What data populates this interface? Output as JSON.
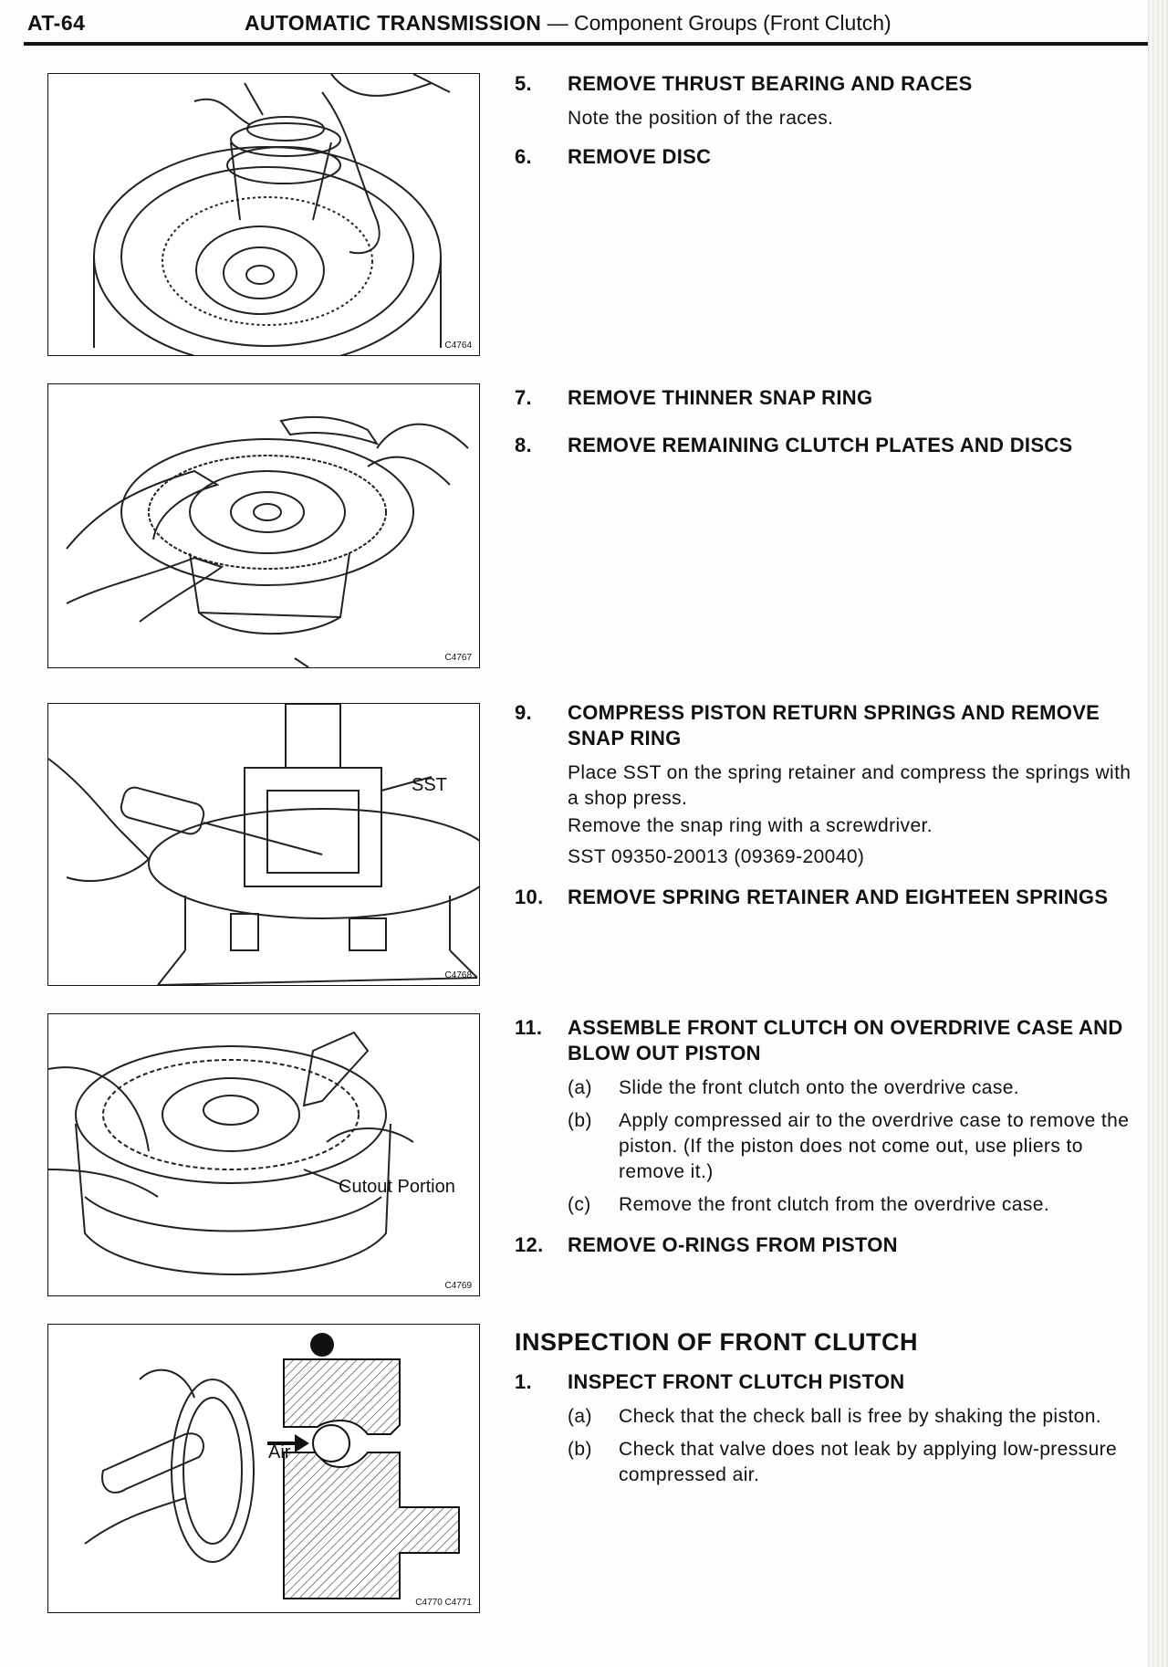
{
  "header": {
    "page_number": "AT-64",
    "section": "AUTOMATIC TRANSMISSION",
    "subtitle": " — Component Groups (Front Clutch)"
  },
  "figures": [
    {
      "code": "C4764"
    },
    {
      "code": "C4767"
    },
    {
      "code": "C4768",
      "callout": "SST"
    },
    {
      "code": "C4769",
      "callout": "Cutout Portion"
    },
    {
      "code": "C4770 C4771",
      "callout": "Air"
    }
  ],
  "steps": [
    {
      "num": "5.",
      "title": "REMOVE THRUST BEARING AND RACES",
      "body": "Note the position of the races."
    },
    {
      "num": "6.",
      "title": "REMOVE DISC"
    },
    {
      "num": "7.",
      "title": "REMOVE THINNER SNAP RING"
    },
    {
      "num": "8.",
      "title": "REMOVE REMAINING CLUTCH PLATES AND DISCS"
    },
    {
      "num": "9.",
      "title": "COMPRESS PISTON RETURN SPRINGS AND REMOVE SNAP RING",
      "body": "Place SST on the spring retainer and compress the springs with a shop press.",
      "body2": "Remove the snap ring with a screwdriver.",
      "body3": "SST 09350-20013 (09369-20040)"
    },
    {
      "num": "10.",
      "title": "REMOVE SPRING RETAINER AND EIGHTEEN SPRINGS"
    },
    {
      "num": "11.",
      "title": "ASSEMBLE FRONT CLUTCH ON OVERDRIVE CASE AND BLOW OUT PISTON",
      "subs": [
        {
          "label": "(a)",
          "text": "Slide the front clutch onto the overdrive case."
        },
        {
          "label": "(b)",
          "text": "Apply compressed air to the overdrive case to remove the piston. (If the piston does not come out, use pliers to remove it.)"
        },
        {
          "label": "(c)",
          "text": "Remove the front clutch from the overdrive case."
        }
      ]
    },
    {
      "num": "12.",
      "title": "REMOVE O-RINGS FROM PISTON"
    }
  ],
  "inspection": {
    "heading": "INSPECTION OF FRONT CLUTCH",
    "step": {
      "num": "1.",
      "title": "INSPECT FRONT CLUTCH PISTON"
    },
    "subs": [
      {
        "label": "(a)",
        "text": "Check that the check ball is free by shaking the piston."
      },
      {
        "label": "(b)",
        "text": "Check that valve does not leak by applying low-pressure compressed air."
      }
    ]
  }
}
